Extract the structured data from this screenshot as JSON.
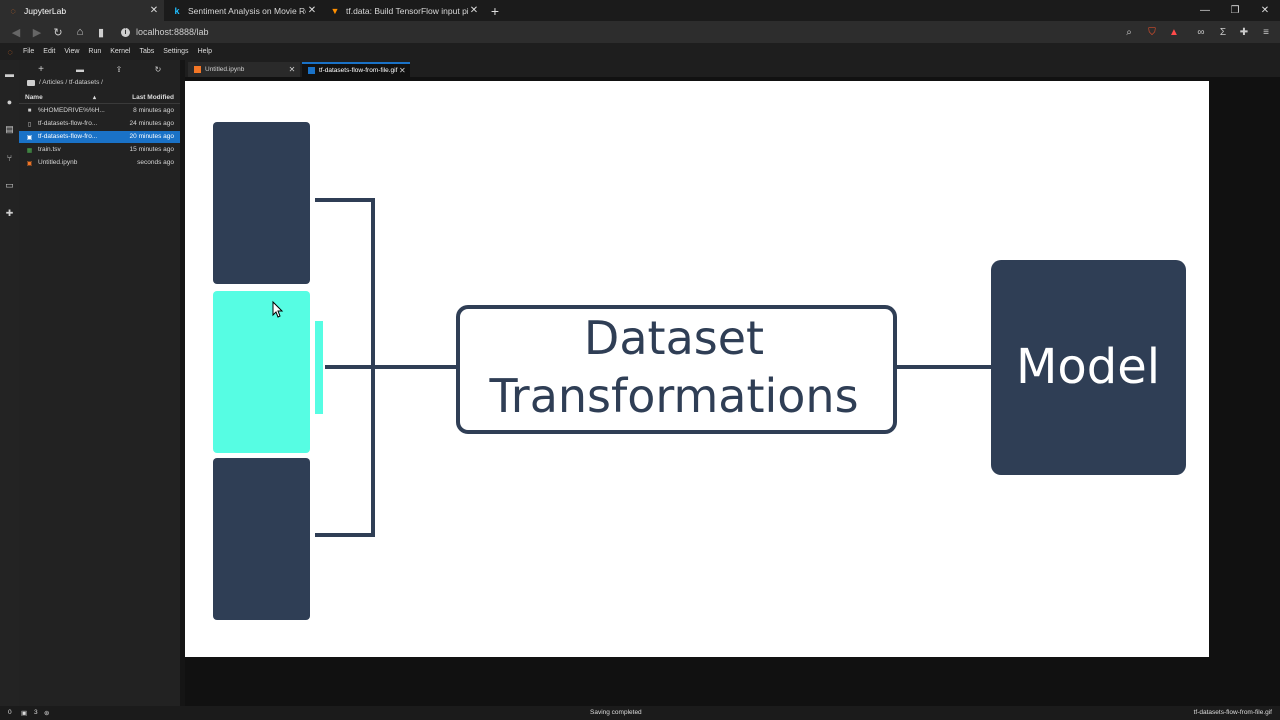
{
  "browser": {
    "tabs": [
      {
        "label": "JupyterLab",
        "favicon": "jupyter-icon",
        "favicon_color": "#f37626"
      },
      {
        "label": "Sentiment Analysis on Movie Revie",
        "favicon": "kaggle-icon",
        "favicon_color": "#20beff"
      },
      {
        "label": "tf.data: Build TensorFlow input pip",
        "favicon": "tensorflow-icon",
        "favicon_color": "#ff8f00"
      }
    ],
    "url": "localhost:8888/lab"
  },
  "jupyter": {
    "menu": [
      "File",
      "Edit",
      "View",
      "Run",
      "Kernel",
      "Tabs",
      "Settings",
      "Help"
    ],
    "breadcrumb": "/ Articles / tf-datasets /",
    "file_browser": {
      "headers": {
        "name": "Name",
        "modified": "Last Modified"
      },
      "files": [
        {
          "name": "%HOMEDRIVE%%H...",
          "modified": "8 minutes ago",
          "icon": "folder-icon",
          "selected": false
        },
        {
          "name": "tf-datasets-flow-fro...",
          "modified": "24 minutes ago",
          "icon": "file-icon",
          "selected": false
        },
        {
          "name": "tf-datasets-flow-fro...",
          "modified": "20 minutes ago",
          "icon": "image-icon",
          "selected": true
        },
        {
          "name": "train.tsv",
          "modified": "15 minutes ago",
          "icon": "table-icon",
          "selected": false
        },
        {
          "name": "Untitled.ipynb",
          "modified": "seconds ago",
          "icon": "notebook-icon",
          "selected": false
        }
      ]
    },
    "doc_tabs": [
      {
        "label": "Untitled.ipynb",
        "active": false
      },
      {
        "label": "tf-datasets-flow-from-file.gif",
        "active": true
      }
    ],
    "status": {
      "left_count1": "0",
      "left_count2": "3",
      "center": "Saving completed",
      "right": "tf-datasets-flow-from-file.gif"
    }
  },
  "diagram": {
    "center_line1": "Dataset",
    "center_line2": "Transformations",
    "right_label": "Model",
    "colors": {
      "dark": "#2f3e55",
      "highlight": "#56fde3",
      "bg": "#ffffff"
    }
  }
}
